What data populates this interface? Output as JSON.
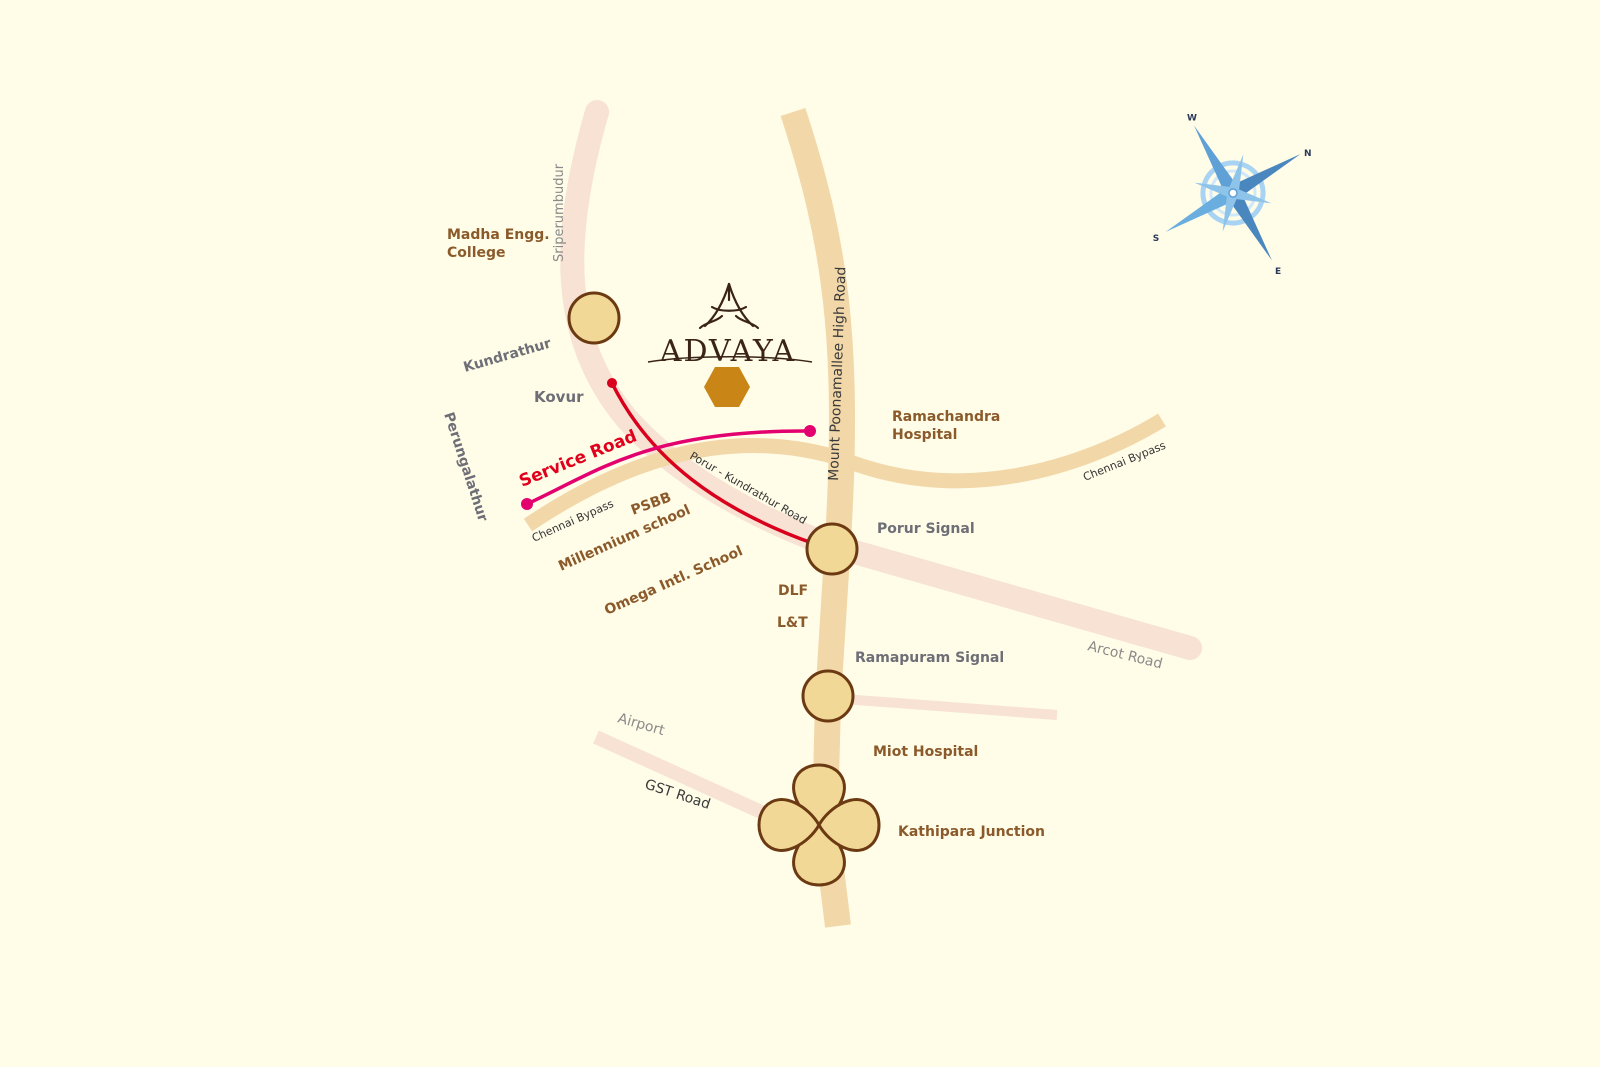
{
  "brand": {
    "name": "ADVAYA"
  },
  "compass": {
    "north": "N",
    "south": "S",
    "east": "E",
    "west": "W"
  },
  "roads": {
    "mount_poonamallee": "Mount Poonamallee High Road",
    "sriperumbudur": "Sriperumbudur",
    "chennai_bypass_east": "Chennai Bypass",
    "chennai_bypass_west": "Chennai Bypass",
    "porur_kundrathur": "Porur - Kundrathur Road",
    "arcot": "Arcot Road",
    "airport": "Airport",
    "gst": "GST Road",
    "service": "Service Road"
  },
  "places": {
    "madha_line1": "Madha Engg.",
    "madha_line2": "College",
    "kundrathur": "Kundrathur",
    "kovur": "Kovur",
    "perungalathur": "Perungalathur",
    "psbb": "PSBB",
    "millennium": "Millennium school",
    "omega": "Omega Intl. School",
    "ramachandra_line1": "Ramachandra",
    "ramachandra_line2": "Hospital",
    "porur_signal": "Porur Signal",
    "dlf": "DLF",
    "lt": "L&T",
    "ramapuram_signal": "Ramapuram Signal",
    "miot": "Miot Hospital",
    "kathipara": "Kathipara Junction"
  },
  "colors": {
    "background": "#fffce8",
    "main_road": "#f2d7a8",
    "minor_road": "#f7e2d3",
    "junction_fill": "#f2d896",
    "junction_stroke": "#6b3a12",
    "service_road": "#e3006f",
    "kundrathur_link": "#d8001c",
    "advaya_marker": "#c98515",
    "place_label": "#8b5a2b",
    "area_label": "#6e6e76",
    "compass": "#5fa0d6"
  }
}
